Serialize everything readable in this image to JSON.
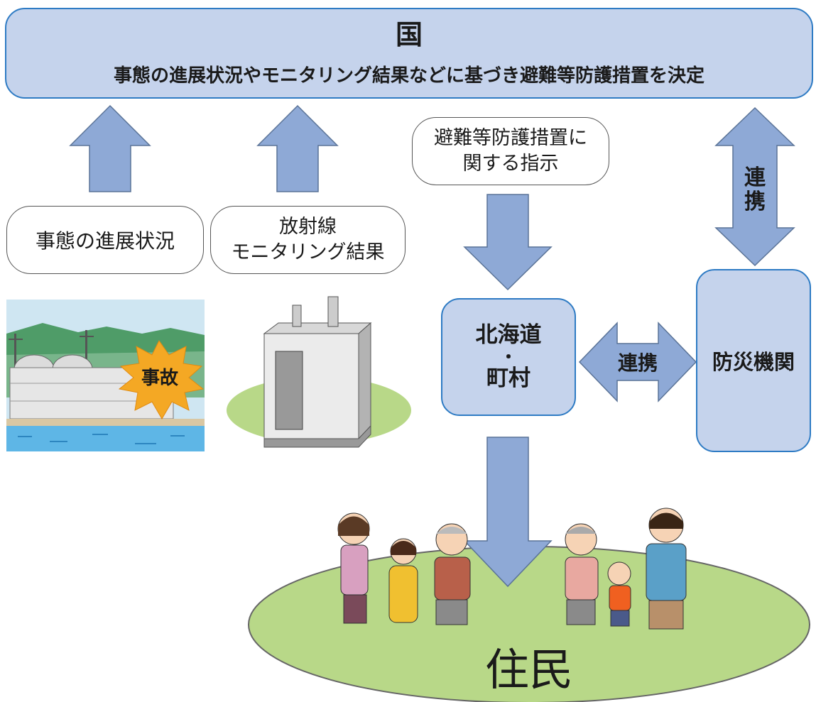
{
  "national": {
    "title": "国",
    "description": "事態の進展状況やモニタリング結果などに基づき避難等防護措置を決定"
  },
  "labels": {
    "situation": "事態の進展状況",
    "monitoring_line1": "放射線",
    "monitoring_line2": "モニタリング結果",
    "instruction_line1": "避難等防護措置に",
    "instruction_line2": "関する指示",
    "accident": "事故",
    "cooperation_vertical_1": "連",
    "cooperation_vertical_2": "携",
    "cooperation_horizontal": "連携"
  },
  "local_gov": {
    "line1": "北海道",
    "dot": "・",
    "line2": "町村"
  },
  "disaster_agency": "防災機関",
  "residents": "住民",
  "colors": {
    "box_fill": "#c5d3ec",
    "box_border": "#2e7bc4",
    "arrow_fill": "#8ea9d6",
    "arrow_stroke": "#5a7397",
    "ground": "#b8d888",
    "accident_burst": "#f4a824"
  }
}
